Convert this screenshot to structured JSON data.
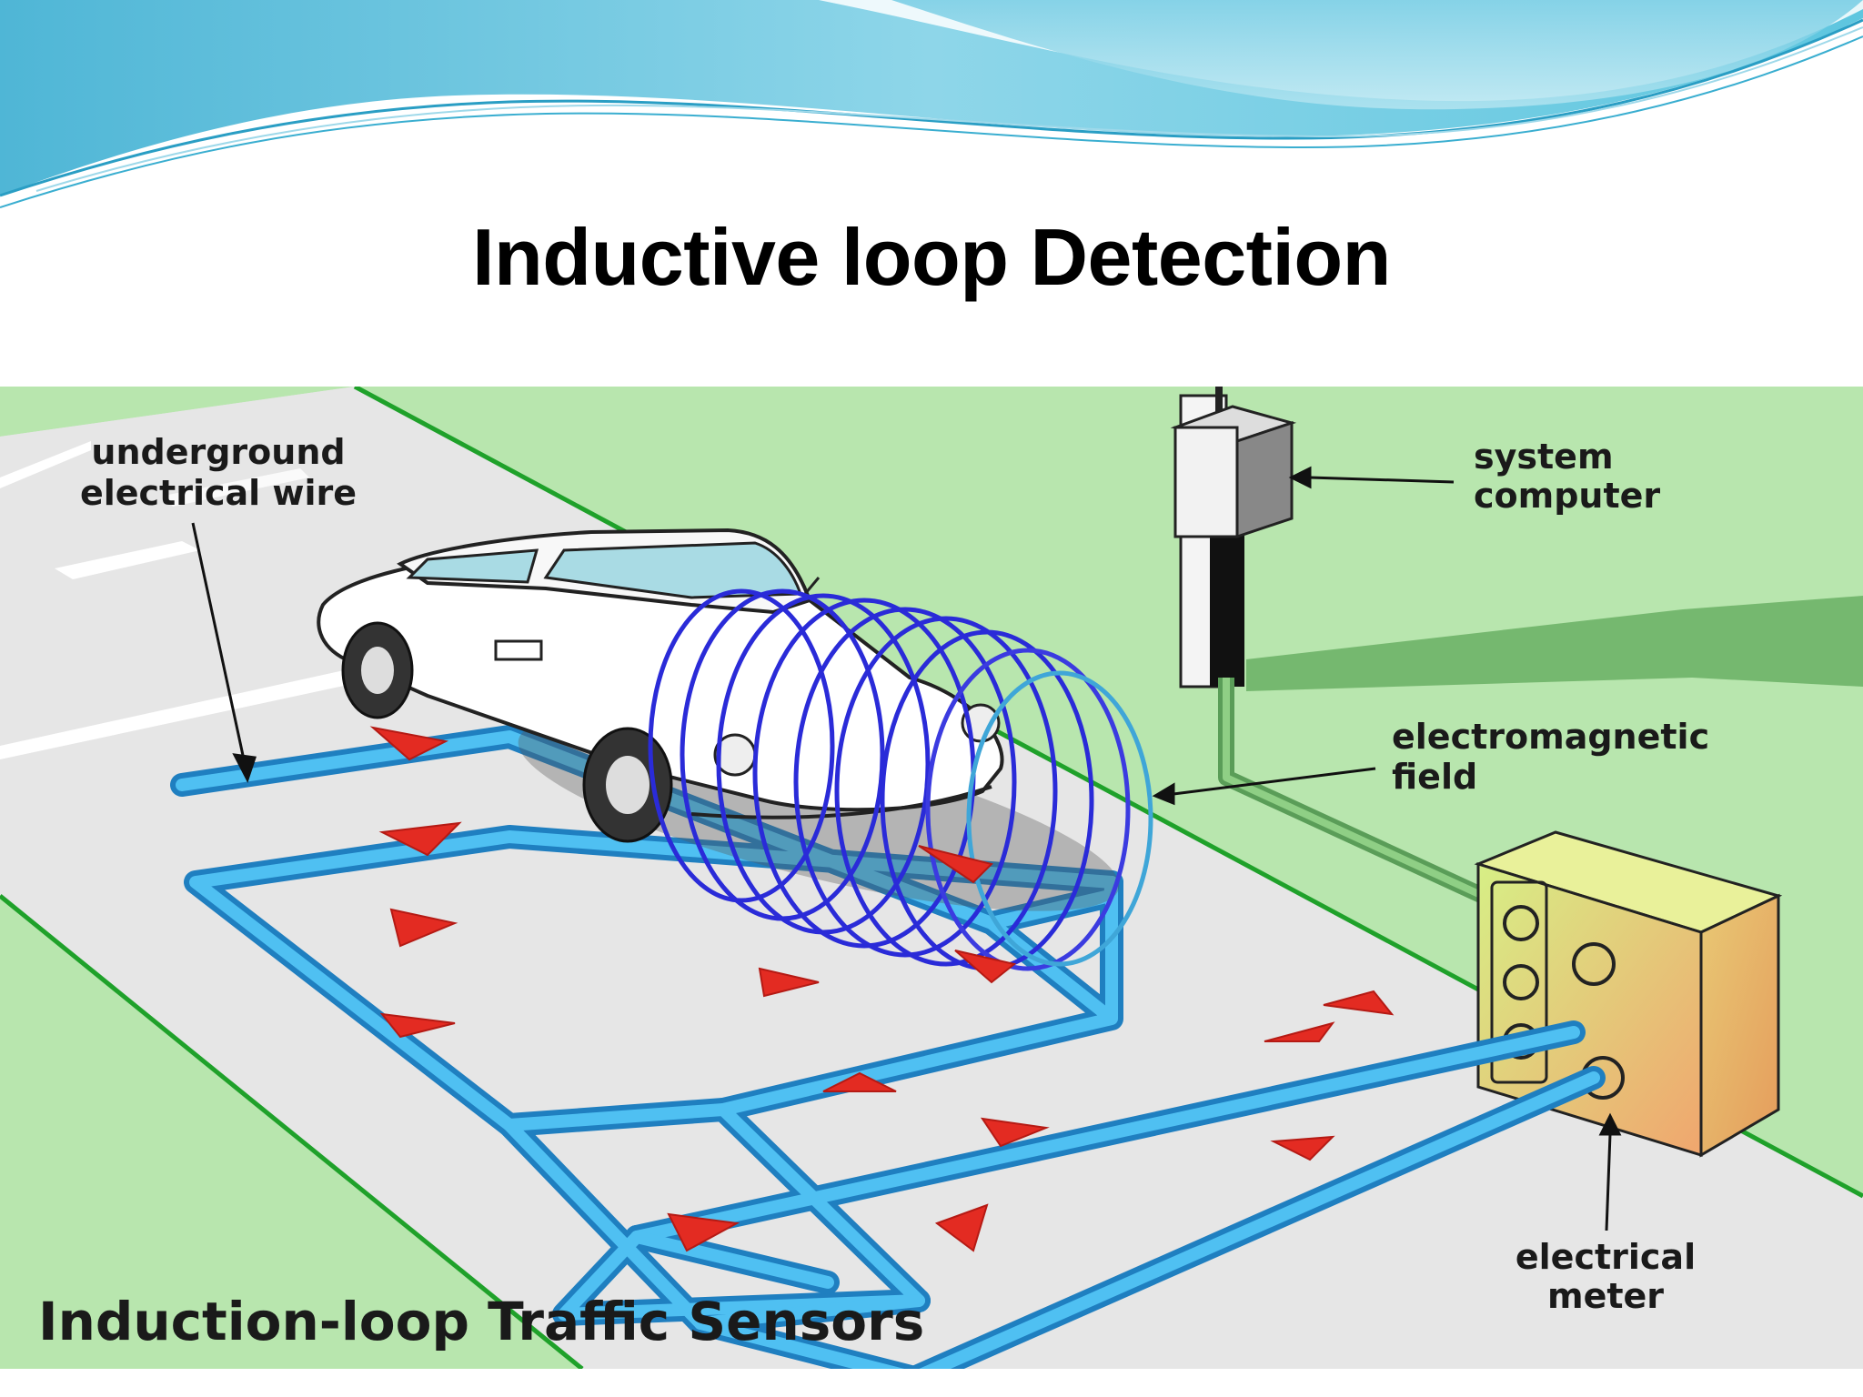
{
  "slide": {
    "title": "Inductive loop Detection"
  },
  "diagram": {
    "labels": {
      "underground_wire_line1": "underground",
      "underground_wire_line2": "electrical wire",
      "system_computer_line1": "system",
      "system_computer_line2": "computer",
      "em_field_line1": "electromagnetic",
      "em_field_line2": "field",
      "meter_line1": "electrical",
      "meter_line2": "meter"
    },
    "caption": "Induction-loop Traffic Sensors"
  },
  "colors": {
    "wire": "#3aaee8",
    "wire_dark": "#1f7fc0",
    "grass": "#b6e5ad",
    "road": "#e6e6e6",
    "road_edge": "#1fa12a",
    "arrow": "#e32b22",
    "field": "#2a2bd8",
    "header_blue": "#58c3dd"
  }
}
